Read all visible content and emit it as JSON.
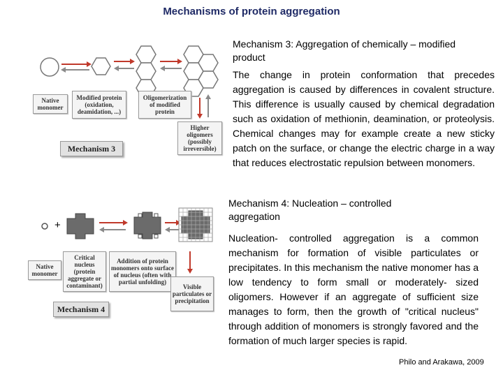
{
  "title": "Mechanisms of protein aggregation",
  "mechanism3": {
    "heading": "Mechanism 3: Aggregation of chemically – modified product",
    "body": "The change in protein conformation that precedes aggregation is caused by differences in covalent structure. This difference is usually caused by chemical degradation such as oxidation of methionin, deamination, or proteolysis. Chemical changes may for example create a new sticky patch on the surface, or change the electric charge in a way that reduces electrostatic repulsion between monomers.",
    "diagram": {
      "native_monomer": "Native monomer",
      "modified_protein": "Modified protein (oxidation, deamidation, ...)",
      "oligomerization": "Oligomerization of modified protein",
      "higher_oligomers": "Higher oligomers (possibly irreversible)",
      "label": "Mechanism 3"
    }
  },
  "mechanism4": {
    "heading": "Mechanism 4: Nucleation – controlled aggregation",
    "body": "Nucleation- controlled aggregation is a common mechanism for formation of visible particulates or precipitates. In this mechanism the native monomer has a low tendency to form small or moderately- sized oligomers. However if an aggregate of sufficient size manages to form, then the growth of \"critical nucleus\" through addition of monomers is strongly favored and the formation of much larger species is rapid.",
    "diagram": {
      "native_monomer": "Native monomer",
      "critical_nucleus": "Critical nucleus (protein aggregate or contaminant)",
      "addition": "Addition of protein monomers onto surface of nucleus (often with partial unfolding)",
      "visible": "Visible particulates or precipitation",
      "label": "Mechanism 4",
      "plus_sign": "+"
    }
  },
  "citation": "Philo and Arakawa, 2009",
  "colors": {
    "title": "#1f2a66",
    "arrow_red": "#c0392b",
    "arrow_gray": "#8a8a8a",
    "shape_gray": "#6b6b6b"
  }
}
